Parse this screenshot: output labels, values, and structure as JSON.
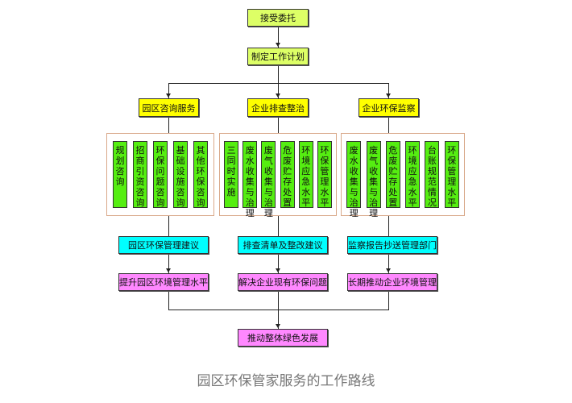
{
  "top": {
    "entrust": "接受委托",
    "plan": "制定工作计划"
  },
  "columns": [
    {
      "head": "园区咨询服务",
      "items": [
        "规划咨询",
        "招商引资咨询",
        "环保问题咨询",
        "基础设施咨询",
        "其他环保咨询"
      ],
      "output": "园区环保管理建议",
      "result": "提升园区环境管理水平"
    },
    {
      "head": "企业排查整治",
      "items": [
        "三同时实施",
        "废水收集与治理",
        "废气收集与治理",
        "危废贮存处置",
        "环境应急水平",
        "环保管理水平"
      ],
      "output": "排查清单及整改建议",
      "result": "解决企业现有环保问题"
    },
    {
      "head": "企业环保监察",
      "items": [
        "废水收集与治理",
        "废气收集与治理",
        "危废贮存处置",
        "环境应急水平",
        "台账规范情况",
        "环保管理水平"
      ],
      "output": "监察报告抄送管理部门",
      "result": "长期推动企业环境管理"
    }
  ],
  "final": "推动整体绿色发展",
  "caption": "园区环保管家服务的工作路线",
  "colors": {
    "start": "#ddff66",
    "head": "#ffff00",
    "item": "#55ee11",
    "output": "#00ffff",
    "result": "#ff88ff"
  }
}
